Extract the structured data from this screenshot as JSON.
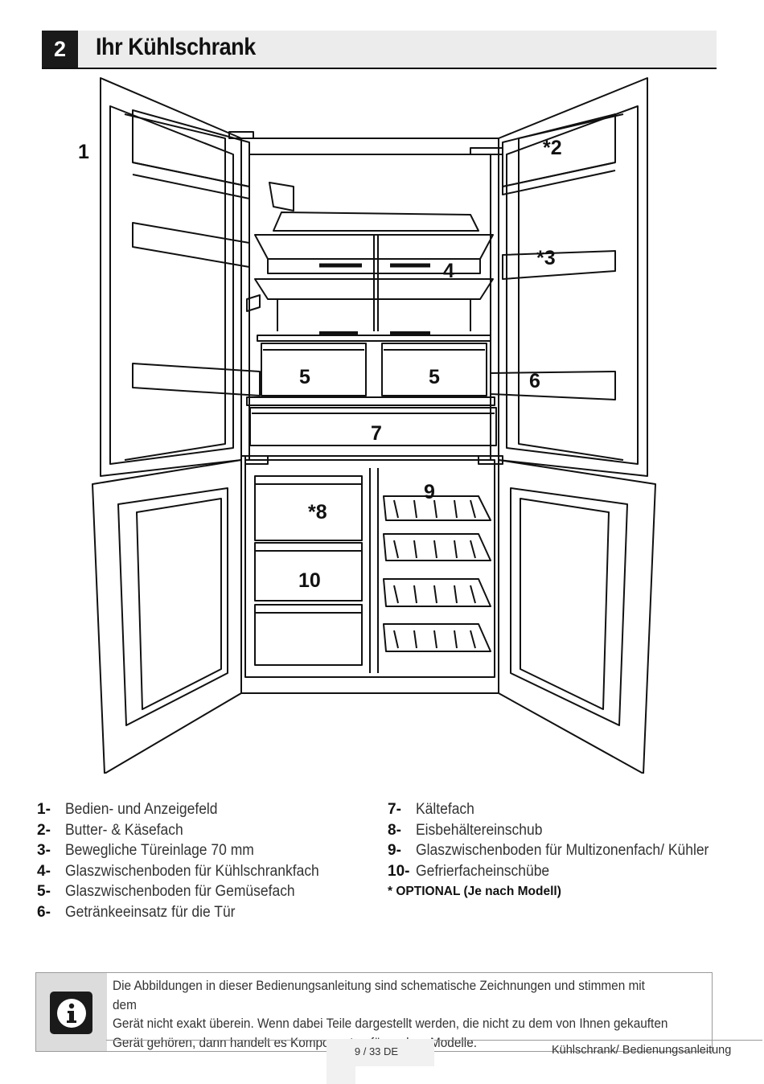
{
  "header": {
    "number": "2",
    "title": "Ihr Kühlschrank"
  },
  "illustration": {
    "callouts": [
      "1",
      "*2",
      "*3",
      "4",
      "5",
      "5",
      "6",
      "7",
      "*8",
      "9",
      "10"
    ]
  },
  "legend": {
    "left": [
      {
        "num": "1-",
        "text": "Bedien- und Anzeigefeld"
      },
      {
        "num": "2-",
        "text": "Butter- & Käsefach"
      },
      {
        "num": "3-",
        "text": "Bewegliche Türeinlage 70 mm"
      },
      {
        "num": "4-",
        "text": "Glaszwischenboden für Kühlschrankfach"
      },
      {
        "num": "5-",
        "text": "Glaszwischenboden für Gemüsefach"
      },
      {
        "num": "6-",
        "text": "Getränkeeinsatz für die Tür"
      }
    ],
    "right": [
      {
        "num": "7-",
        "text": "Kältefach"
      },
      {
        "num": "8-",
        "text": "Eisbehältereinschub"
      },
      {
        "num": "9-",
        "text": "Glaszwischenboden für Multizonenfach/ Kühler"
      },
      {
        "num": "10-",
        "text": "Gefrierfacheinschübe"
      }
    ],
    "optional_note": "* OPTIONAL (Je nach Modell)"
  },
  "info": {
    "icon": "info-icon",
    "lines": [
      "Die Abbildungen in dieser Bedienungsanleitung sind schematische Zeichnungen und stimmen mit dem",
      "Gerät nicht exakt überein. Wenn dabei Teile dargestellt werden, die nicht zu dem von Ihnen gekauften",
      "Gerät gehören, dann handelt es Komponenten für andere Modelle."
    ]
  },
  "footer": {
    "page": "9 / 33 DE",
    "doc": "Kühlschrank/ Bedienungsanleitung"
  }
}
